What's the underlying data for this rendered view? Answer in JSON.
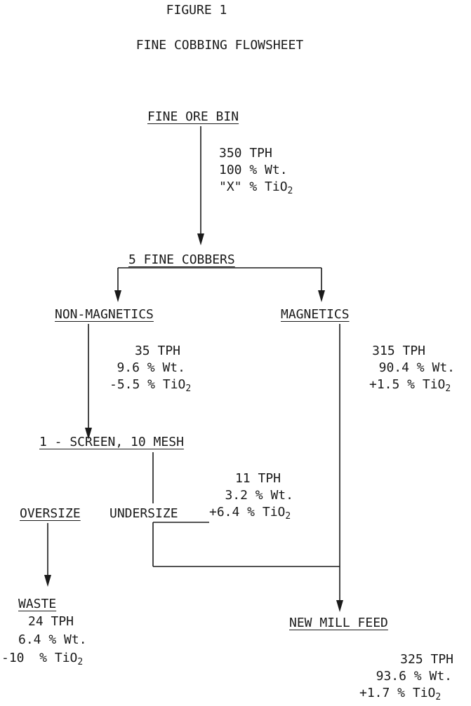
{
  "header": {
    "figure_label": "FIGURE 1",
    "title": "FINE COBBING FLOWSHEET"
  },
  "nodes": {
    "fine_ore_bin": "FINE ORE BIN",
    "fine_cobbers": "5 FINE COBBERS",
    "non_magnetics": "NON-MAGNETICS",
    "magnetics": "MAGNETICS",
    "screen": "1 - SCREEN, 10 MESH",
    "oversize": "OVERSIZE",
    "undersize": "UNDERSIZE",
    "waste": "WASTE",
    "new_mill_feed": "NEW MILL FEED"
  },
  "streams": {
    "bin_to_cobbers": {
      "tph": "350 TPH",
      "wt": "100 % Wt.",
      "tio2_prefix": "\"X\" % TiO",
      "sub": "2"
    },
    "non_magnetics": {
      "tph": "35 TPH",
      "wt": "9.6 % Wt.",
      "tio2_prefix": "-5.5 % TiO",
      "sub": "2"
    },
    "magnetics": {
      "tph": "315 TPH",
      "wt": "90.4 % Wt.",
      "tio2_prefix": "+1.5 % TiO",
      "sub": "2"
    },
    "undersize": {
      "tph": "11 TPH",
      "wt": "3.2 % Wt.",
      "tio2_prefix": "+6.4 % TiO",
      "sub": "2"
    },
    "waste": {
      "tph": "24 TPH",
      "wt": "6.4 % Wt.",
      "tio2_prefix": "-10  % TiO",
      "sub": "2"
    },
    "new_mill_feed": {
      "tph": "325 TPH",
      "wt": "93.6 % Wt.",
      "tio2_prefix": "+1.7 % TiO",
      "sub": "2"
    }
  }
}
